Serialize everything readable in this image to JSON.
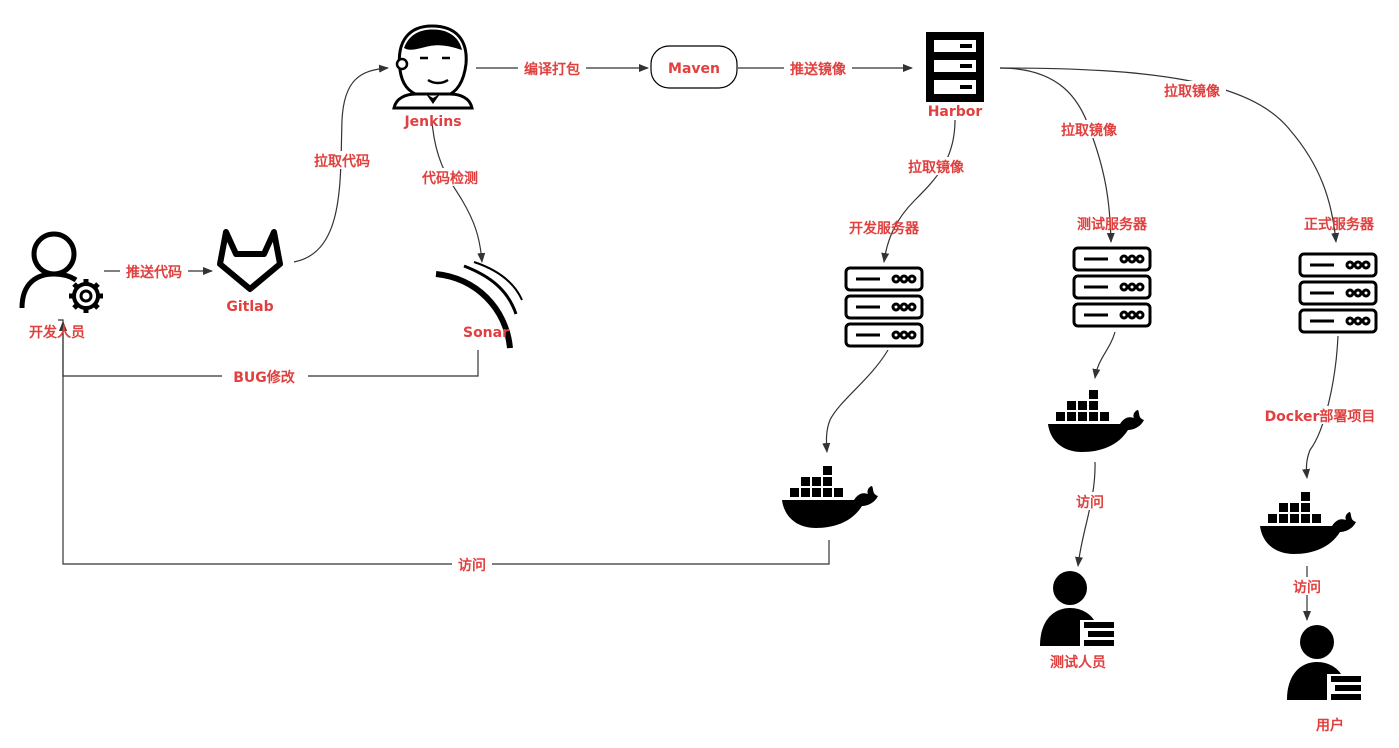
{
  "colors": {
    "label": "#e0403f",
    "line": "#333333",
    "icon": "#000000"
  },
  "nodes": {
    "developer": "开发人员",
    "gitlab": "Gitlab",
    "jenkins": "Jenkins",
    "sonar": "Sonar",
    "maven": "Maven",
    "harbor": "Harbor",
    "dev_server": "开发服务器",
    "test_server": "测试服务器",
    "prod_server": "正式服务器",
    "tester": "测试人员",
    "user": "用户"
  },
  "edges": {
    "push_code": "推送代码",
    "pull_code": "拉取代码",
    "code_check": "代码检测",
    "bug_fix": "BUG修改",
    "compile_package": "编译打包",
    "push_image": "推送镜像",
    "pull_image_dev": "拉取镜像",
    "pull_image_test": "拉取镜像",
    "pull_image_prod": "拉取镜像",
    "docker_deploy": "Docker部署项目",
    "visit_dev": "访问",
    "visit_test": "访问",
    "visit_prod": "访问"
  },
  "icons": {
    "developer": "user-gear-icon",
    "gitlab": "gitlab-icon",
    "jenkins": "jenkins-icon",
    "sonar": "sonar-icon",
    "harbor": "harbor-registry-icon",
    "server": "server-rack-icon",
    "docker": "docker-whale-icon",
    "person": "person-icon"
  }
}
